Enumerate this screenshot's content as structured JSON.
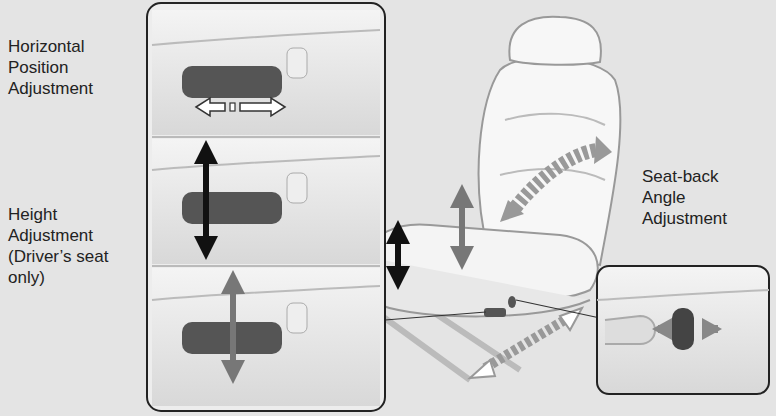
{
  "diagram": {
    "labels": [
      "Horizontal Position Adjustment",
      "Height Adjustment (Driver’s seat only)",
      "Seat-back Angle Adjustment"
    ]
  }
}
